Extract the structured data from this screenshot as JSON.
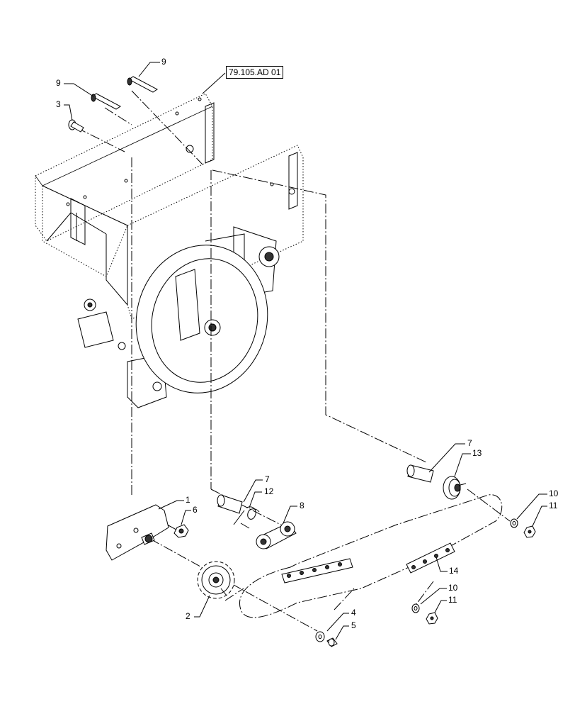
{
  "reference": "79.105.AD 01",
  "callouts": {
    "c9a": "9",
    "c9b": "9",
    "c3": "3",
    "c7a": "7",
    "c13": "13",
    "c7b": "7",
    "c12": "12",
    "c8": "8",
    "c1": "1",
    "c6": "6",
    "c10a": "10",
    "c11a": "11",
    "c14": "14",
    "c10b": "10",
    "c11b": "11",
    "c2": "2",
    "c4": "4",
    "c5": "5"
  }
}
